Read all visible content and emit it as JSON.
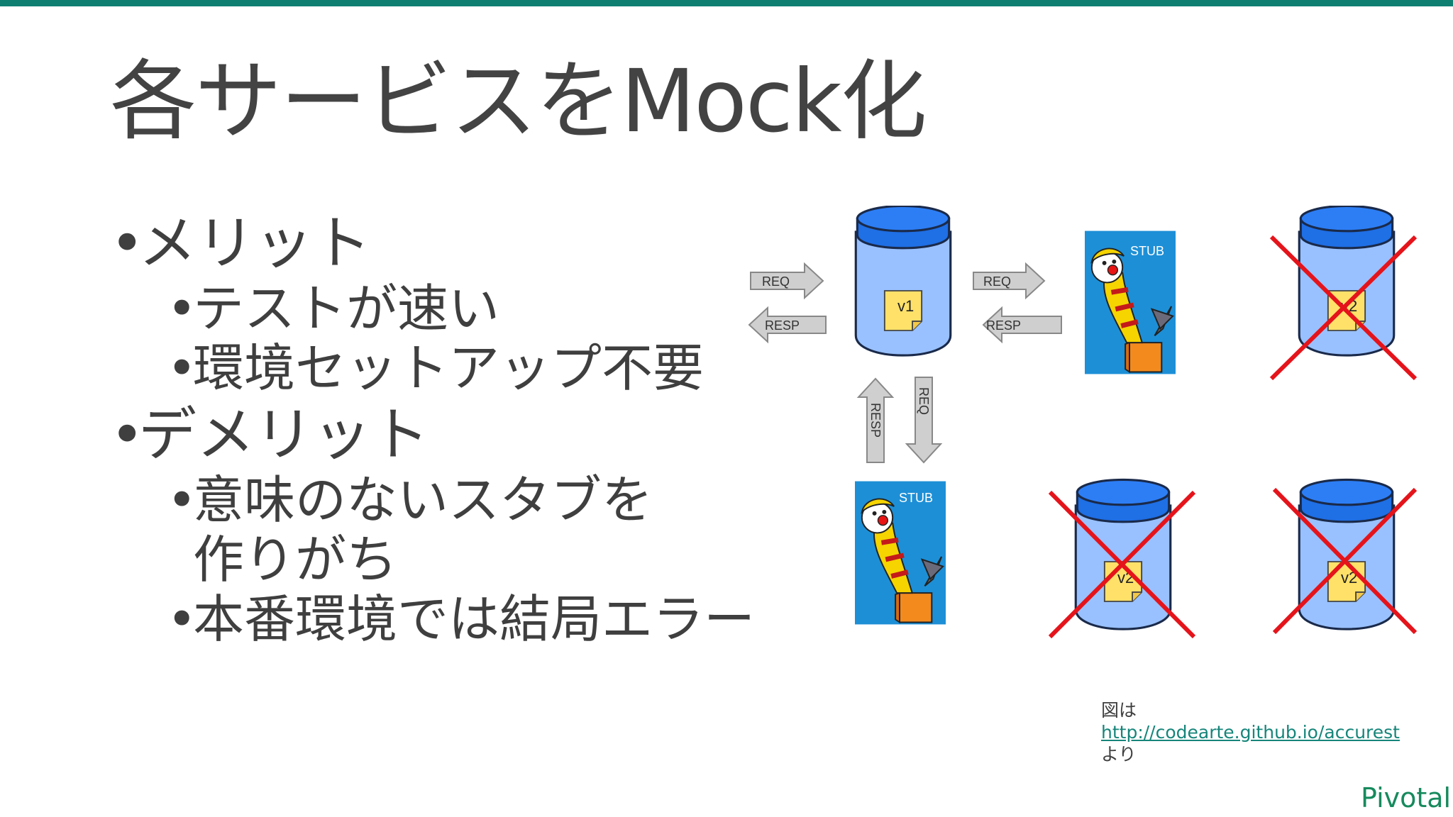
{
  "slide": {
    "title": "各サービスをMock化",
    "bullets": [
      {
        "level": 1,
        "text": "メリット"
      },
      {
        "level": 2,
        "text": "テストが速い"
      },
      {
        "level": 2,
        "text": "環境セットアップ不要"
      },
      {
        "level": 1,
        "text": "デメリット"
      },
      {
        "level": 2,
        "text": "意味のないスタブを"
      },
      {
        "level": 2,
        "text": "作りがち",
        "continuation": true
      },
      {
        "level": 2,
        "text": "本番環境では結局エラー"
      }
    ]
  },
  "diagram": {
    "jar_label": "v1",
    "crossed_jar_label": "v2",
    "stub_label": "STUB",
    "req_label": "REQ",
    "resp_label": "RESP"
  },
  "source": {
    "prefix": "図は",
    "link": "http://codearte.github.io/accurest",
    "suffix": "より"
  },
  "brand": "Pivotal",
  "colors": {
    "accent_bar": "#0f7f72",
    "link": "#16857a",
    "brand": "#178a5d",
    "jar_body": "#99c1ff",
    "jar_lid": "#1f6fe5",
    "stub_bg": "#1d8fd6",
    "cross": "#e5141b",
    "note": "#ffe169"
  }
}
